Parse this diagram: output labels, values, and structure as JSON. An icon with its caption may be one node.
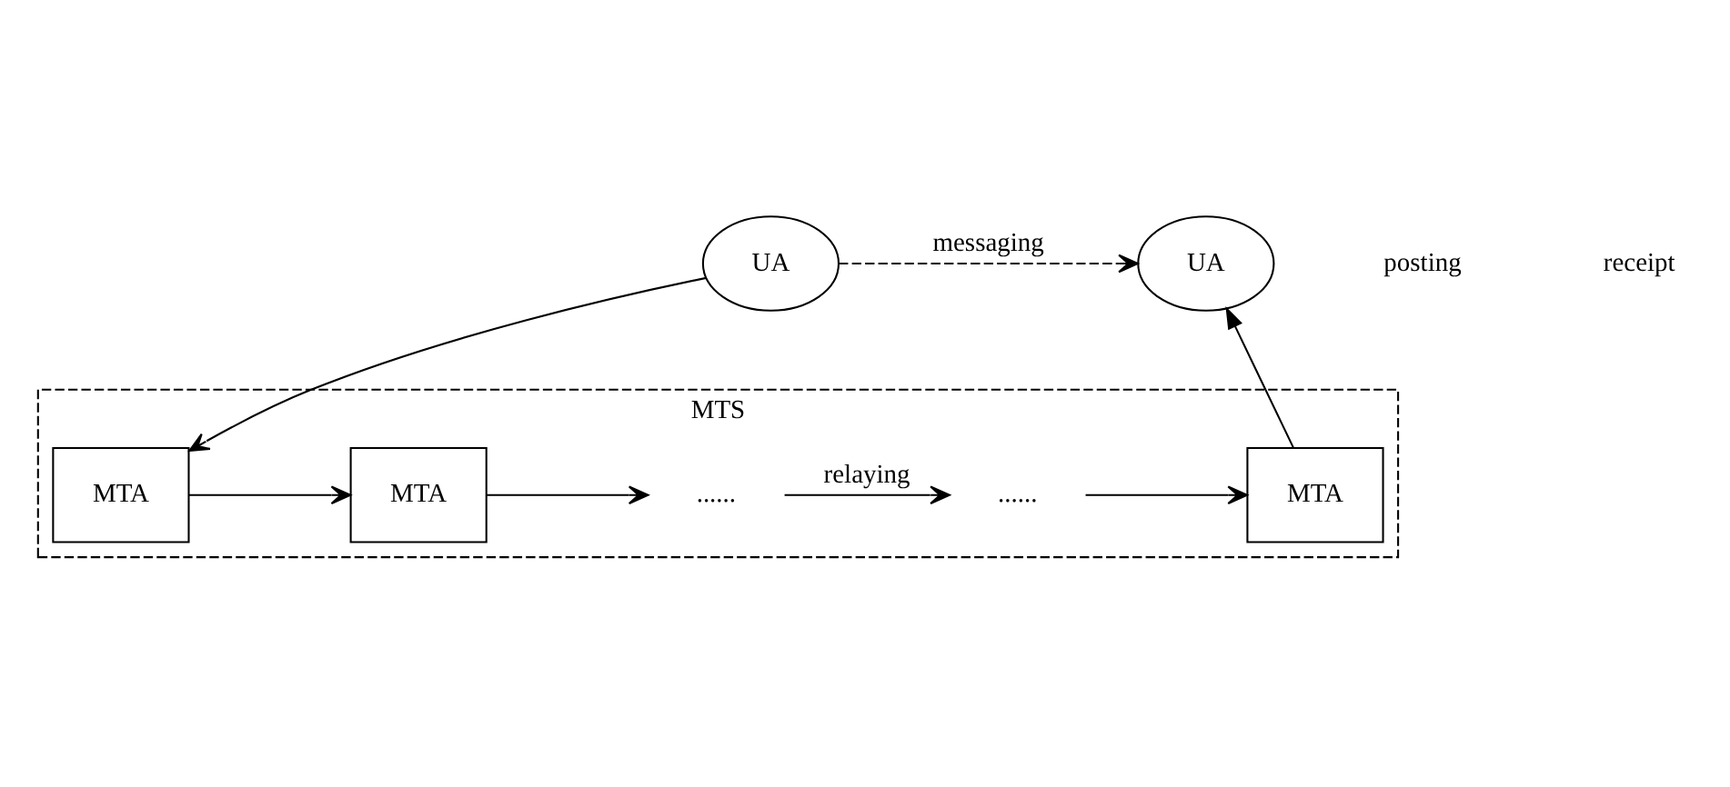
{
  "diagram": {
    "nodes": [
      {
        "text": [
          "UA"
        ]
      },
      {
        "text": [
          "UA"
        ]
      },
      {
        "text": [
          "MTS"
        ]
      },
      {
        "text": [
          "MTA"
        ],
        "in": 2
      },
      {
        "text": [
          "MTA"
        ],
        "in": 2
      },
      {
        "text": [
          "......"
        ],
        "in": 2
      },
      {
        "text": [
          "......"
        ],
        "in": 2
      },
      {
        "text": [
          "MTA"
        ],
        "in": 2
      }
    ],
    "edges": [
      {
        "from": 0,
        "to": 1,
        "arrow": "to",
        "label": "messaging",
        "style": "dashed"
      },
      {
        "from": 0,
        "to": 3,
        "arrow": "to"
      },
      {
        "from": 3,
        "to": 4,
        "arrow": "to"
      },
      {
        "from": 4,
        "to": 5,
        "arrow": "to"
      },
      {
        "from": 5,
        "to": 6,
        "arrow": "to",
        "label": "relaying"
      },
      {
        "from": 6,
        "to": 7,
        "arrow": "to"
      },
      {
        "from": 7,
        "to": 1,
        "arrow": "to"
      }
    ],
    "labels": [
      "posting",
      "receipt"
    ]
  }
}
